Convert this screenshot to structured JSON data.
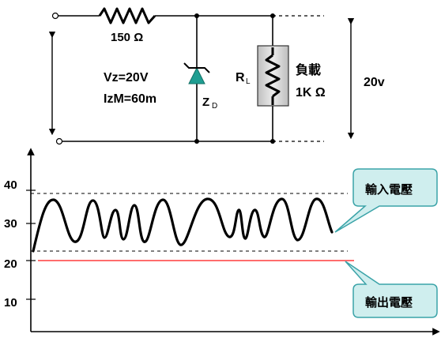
{
  "circuit": {
    "resistor_label": "150 Ω",
    "vz_label": "Vz=20V",
    "izm_label": "IzM=60m",
    "zener_label": "Z",
    "zener_sub": "D",
    "rl_label": "R",
    "rl_sub": "L",
    "load_label": "負載",
    "load_value": "1K Ω",
    "output_voltage_label": "20v"
  },
  "graph": {
    "y_ticks": [
      "40",
      "30",
      "20",
      "10"
    ],
    "input_callout": "輸入電壓",
    "output_callout": "輸出電壓",
    "colors": {
      "zener_fill": "#1f9e92",
      "load_fill": "#d6d6d6",
      "callout_fill": "#cfeeee",
      "callout_stroke": "#3aa3a8",
      "output_line": "#ff6d6d"
    }
  }
}
